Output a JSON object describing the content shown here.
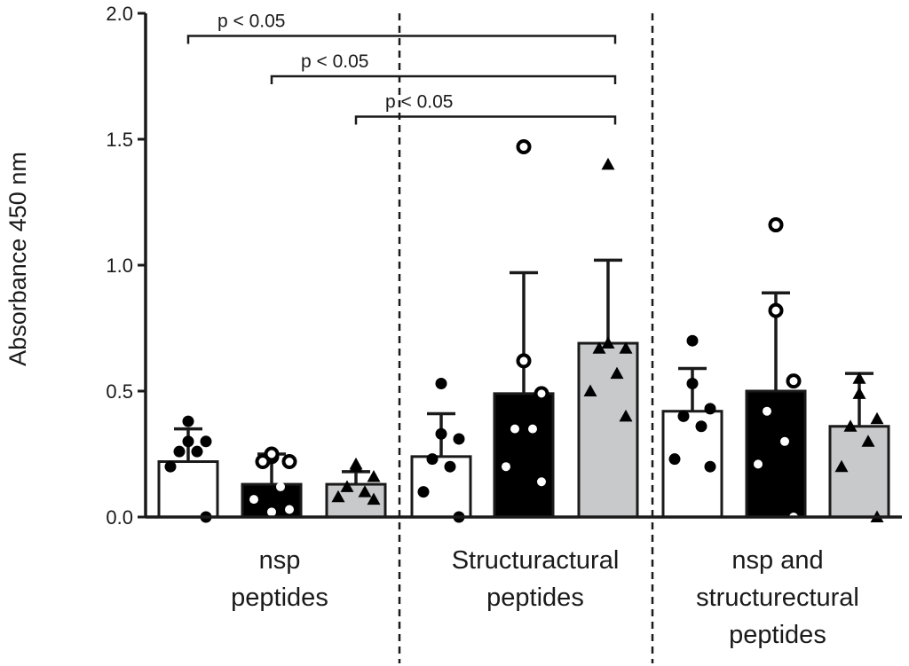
{
  "chart_data": {
    "type": "bar",
    "title": "",
    "ylabel": "Absorbance 450 nm",
    "xlabel": "",
    "ylim": [
      0,
      2.0
    ],
    "yticks": [
      "0.0",
      "0.5",
      "1.0",
      "1.5",
      "2.0"
    ],
    "grid": false,
    "legend": "none",
    "groups": [
      {
        "label_lines": [
          "nsp",
          "peptides"
        ]
      },
      {
        "label_lines": [
          "Structuractural",
          "peptides"
        ]
      },
      {
        "label_lines": [
          "nsp and",
          "structurectural",
          "peptides"
        ]
      }
    ],
    "bars": [
      {
        "group": 0,
        "fill": "#ffffff",
        "marker": "filled-circle",
        "mean": 0.22,
        "sd_upper": 0.35,
        "points": [
          0.38,
          0.3,
          0.3,
          0.26,
          0.26,
          0.2,
          0.0
        ]
      },
      {
        "group": 0,
        "fill": "#000000",
        "marker": "open-circle",
        "mean": 0.13,
        "sd_upper": 0.25,
        "points": [
          0.24,
          0.25,
          0.22,
          0.22,
          0.12,
          0.07,
          0.03,
          0.02
        ]
      },
      {
        "group": 0,
        "fill": "#c8c9cb",
        "marker": "filled-triangle",
        "mean": 0.13,
        "sd_upper": 0.18,
        "points": [
          0.21,
          0.2,
          0.16,
          0.12,
          0.1,
          0.08,
          0.07
        ]
      },
      {
        "group": 1,
        "fill": "#ffffff",
        "marker": "filled-circle",
        "mean": 0.24,
        "sd_upper": 0.41,
        "points": [
          0.53,
          0.33,
          0.31,
          0.23,
          0.2,
          0.1,
          0.0
        ]
      },
      {
        "group": 1,
        "fill": "#000000",
        "marker": "open-circle",
        "mean": 0.49,
        "sd_upper": 0.97,
        "points": [
          1.47,
          0.62,
          0.49,
          0.35,
          0.35,
          0.2,
          0.14
        ]
      },
      {
        "group": 1,
        "fill": "#c8c9cb",
        "marker": "filled-triangle",
        "mean": 0.69,
        "sd_upper": 1.02,
        "points": [
          1.4,
          0.69,
          0.67,
          0.67,
          0.57,
          0.5,
          0.4
        ]
      },
      {
        "group": 2,
        "fill": "#ffffff",
        "marker": "filled-circle",
        "mean": 0.42,
        "sd_upper": 0.59,
        "points": [
          0.7,
          0.53,
          0.43,
          0.4,
          0.36,
          0.23,
          0.2
        ]
      },
      {
        "group": 2,
        "fill": "#000000",
        "marker": "open-circle",
        "mean": 0.5,
        "sd_upper": 0.89,
        "points": [
          1.16,
          0.82,
          0.54,
          0.42,
          0.3,
          0.21,
          0.0
        ]
      },
      {
        "group": 2,
        "fill": "#c8c9cb",
        "marker": "filled-triangle",
        "mean": 0.36,
        "sd_upper": 0.57,
        "points": [
          0.55,
          0.49,
          0.39,
          0.36,
          0.3,
          0.2,
          0.0
        ]
      }
    ],
    "significance": [
      {
        "label": "p < 0.05",
        "from_bar": 0,
        "to_bar": 5,
        "y": 1.91
      },
      {
        "label": "p < 0.05",
        "from_bar": 1,
        "to_bar": 5,
        "y": 1.75
      },
      {
        "label": "p < 0.05",
        "from_bar": 2,
        "to_bar": 5,
        "y": 1.59
      }
    ]
  }
}
